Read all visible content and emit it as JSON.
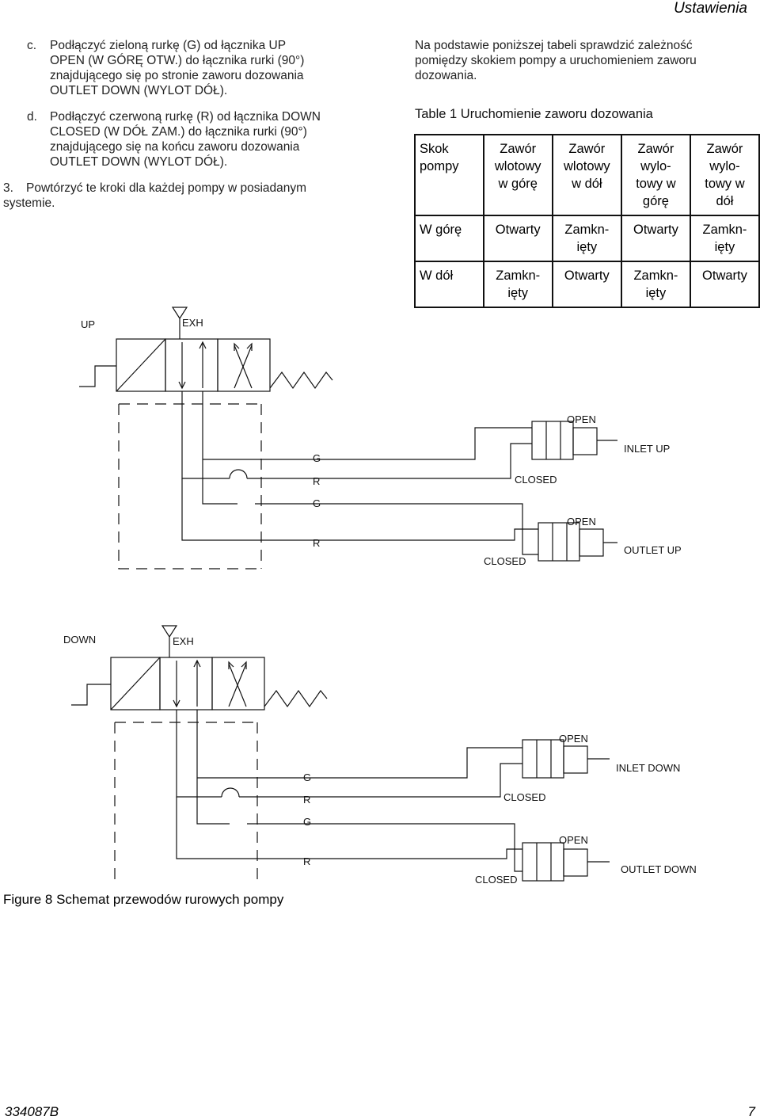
{
  "header": {
    "section": "Ustawienia"
  },
  "instructions": [
    {
      "marker": "c.",
      "lines": [
        "Podłączyć zieloną rurkę (G) od łącznika UP",
        "OPEN (W GÓRĘ OTW.) do łącznika rurki (90°)",
        "znajdującego się po stronie zaworu dozowania",
        "OUTLET DOWN (WYLOT DÓŁ)."
      ]
    },
    {
      "marker": "d.",
      "lines": [
        "Podłączyć czerwoną rurkę (R) od łącznika DOWN",
        "CLOSED (W DÓŁ ZAM.) do łącznika rurki (90°)",
        "znajdującego się na końcu zaworu dozowania",
        "OUTLET DOWN (WYLOT DÓŁ)."
      ]
    },
    {
      "marker": "3.",
      "lines": [
        "Powtórzyć te kroki dla każdej pompy w posiadanym",
        "systemie."
      ]
    }
  ],
  "intro": "Na podstawie poniższej tabeli sprawdzić zależność pomiędzy skokiem pompy a uruchomieniem zaworu dozowania.",
  "table": {
    "title": "Table 1 Uruchomienie zaworu dozowania",
    "headers": [
      [
        "Skok",
        "pompy"
      ],
      [
        "Zawór",
        "wlotowy",
        "w górę"
      ],
      [
        "Zawór",
        "wlotowy",
        "w dół"
      ],
      [
        "Zawór",
        "wylo-",
        "towy w",
        "górę"
      ],
      [
        "Zawór",
        "wylo-",
        "towy w",
        "dół"
      ]
    ],
    "rows": [
      [
        [
          "W górę"
        ],
        [
          "Otwarty"
        ],
        [
          "Zamkn-",
          "ięty"
        ],
        [
          "Otwarty"
        ],
        [
          "Zamkn-",
          "ięty"
        ]
      ],
      [
        [
          "W dół"
        ],
        [
          "Zamkn-",
          "ięty"
        ],
        [
          "Otwarty"
        ],
        [
          "Zamkn-",
          "ięty"
        ],
        [
          "Otwarty"
        ]
      ]
    ]
  },
  "diagrams": [
    {
      "stroke_label": "UP",
      "exhaust_label": "EXH",
      "g_label": "G",
      "r_label": "R",
      "open_label": "OPEN",
      "closed_label": "CLOSED",
      "inlet_label": "INLET UP",
      "outlet_label": "OUTLET UP"
    },
    {
      "stroke_label": "DOWN",
      "exhaust_label": "EXH",
      "g_label": "G",
      "r_label": "R",
      "open_label": "OPEN",
      "closed_label": "CLOSED",
      "inlet_label": "INLET DOWN",
      "outlet_label": "OUTLET DOWN"
    }
  ],
  "figure_caption": "Figure 8  Schemat przewodów rurowych pompy",
  "footer": {
    "doc_number": "334087B",
    "page": "7"
  }
}
